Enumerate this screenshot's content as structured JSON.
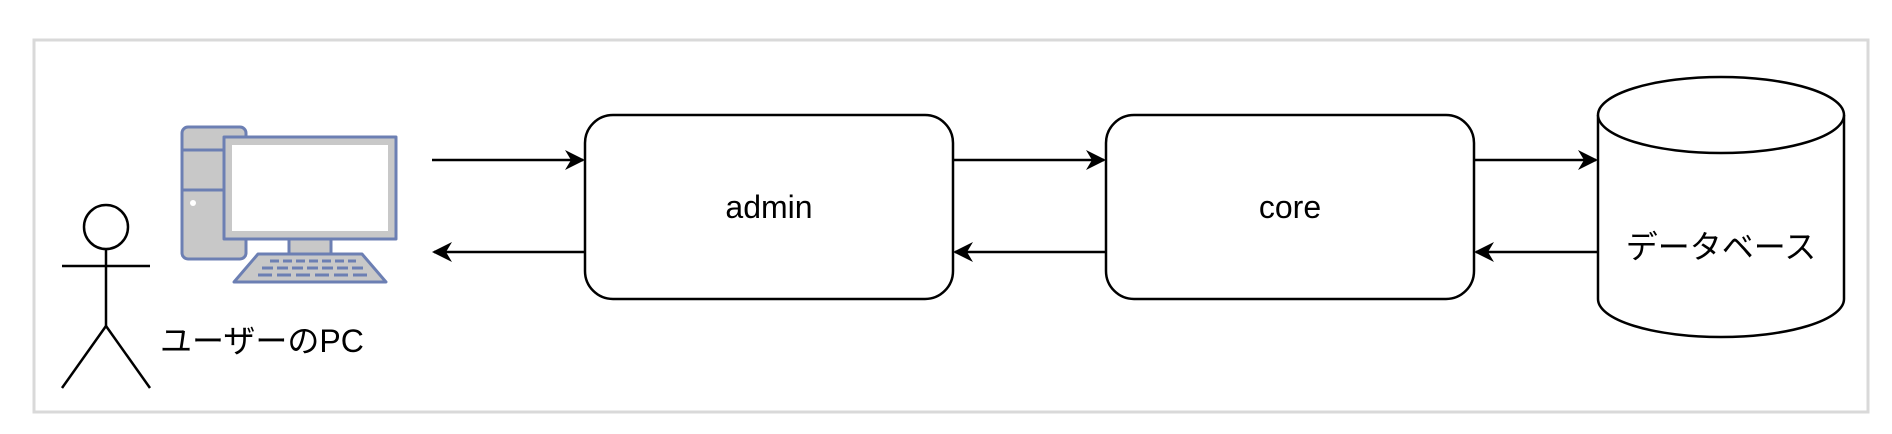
{
  "diagram": {
    "nodes": {
      "user_pc": {
        "label": "ユーザーのPC"
      },
      "admin": {
        "label": "admin"
      },
      "core": {
        "label": "core"
      },
      "database": {
        "label": "データベース"
      }
    },
    "edges": [
      {
        "from": "user_pc",
        "to": "admin"
      },
      {
        "from": "admin",
        "to": "user_pc"
      },
      {
        "from": "admin",
        "to": "core"
      },
      {
        "from": "core",
        "to": "admin"
      },
      {
        "from": "core",
        "to": "database"
      },
      {
        "from": "database",
        "to": "core"
      }
    ]
  },
  "colors": {
    "frame_border": "#d9d9d9",
    "pc_fill": "#c8c8c8",
    "pc_stroke": "#6c7fb3",
    "stroke": "#000000"
  }
}
